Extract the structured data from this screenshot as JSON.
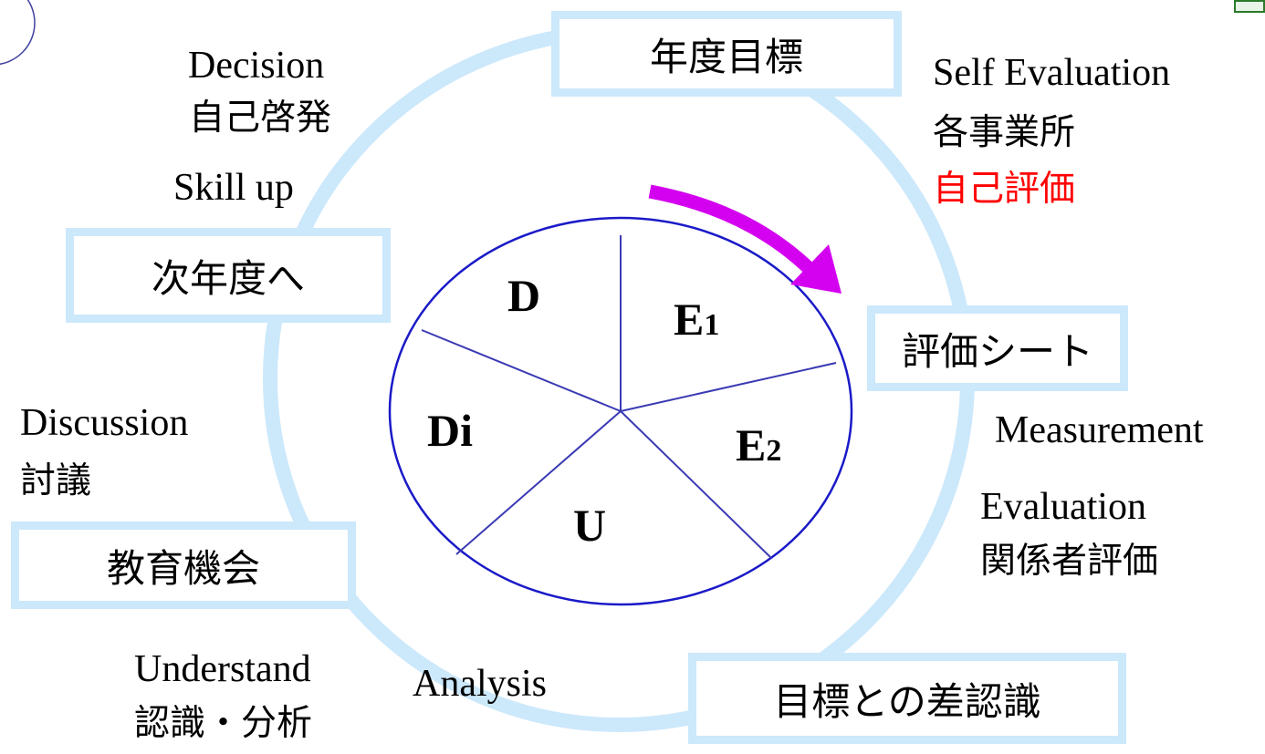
{
  "boxes": {
    "annual_goal": "年度目標",
    "eval_sheet": "評価シート",
    "gap_recognition": "目標との差認識",
    "education": "教育機会",
    "next_year": "次年度へ"
  },
  "labels": {
    "decision_en": "Decision",
    "decision_jp": "自己啓発",
    "skillup_en": "Skill up",
    "self_eval_en": "Self Evaluation",
    "self_eval_jp1": "各事業所",
    "self_eval_jp2": "自己評価",
    "measurement_en": "Measurement",
    "evaluation_en": "Evaluation",
    "evaluation_jp": "関係者評価",
    "analysis_en": "Analysis",
    "understand_en": "Understand",
    "understand_jp": "認識・分析",
    "discussion_en": "Discussion",
    "discussion_jp": "討議"
  },
  "segments": {
    "d": "D",
    "e1_letter": "E",
    "e1_num": "1",
    "e2_letter": "E",
    "e2_num": "2",
    "u": "U",
    "di": "Di"
  },
  "colors": {
    "cycle_ring": "#cce8fb",
    "ellipse_stroke": "#1a1ac8",
    "divider_lines": "#3a3ab4",
    "arrow": "#d400f0",
    "highlight_text": "#ff0000"
  }
}
